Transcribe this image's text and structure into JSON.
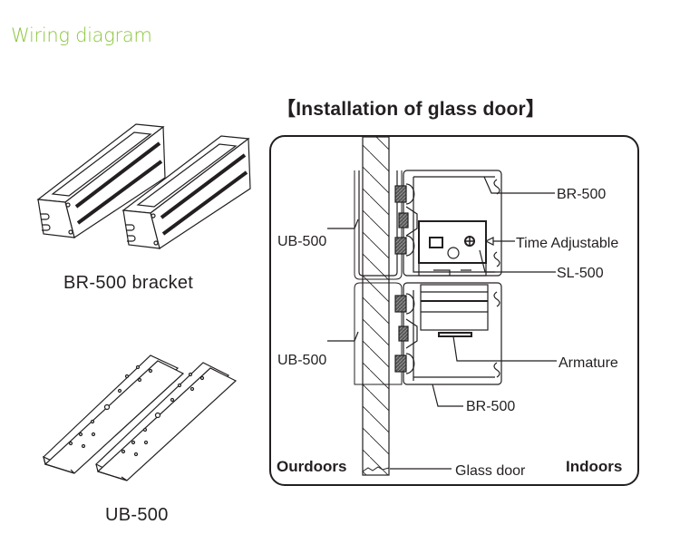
{
  "page": {
    "title": "Wiring diagram",
    "title_color": "#8cc63f"
  },
  "products": [
    {
      "name": "br-500-bracket",
      "caption": "BR-500 bracket"
    },
    {
      "name": "ub-500",
      "caption": "UB-500"
    }
  ],
  "installation": {
    "title": "【Installation of glass door】",
    "labels": {
      "br500_top": "BR-500",
      "ub500_top": "UB-500",
      "time_adjustable": "Time Adjustable",
      "sl500": "SL-500",
      "ub500_bottom": "UB-500",
      "armature": "Armature",
      "br500_bottom": "BR-500",
      "outdoors": "Ourdoors",
      "glass_door": "Glass door",
      "indoors": "Indoors"
    }
  }
}
